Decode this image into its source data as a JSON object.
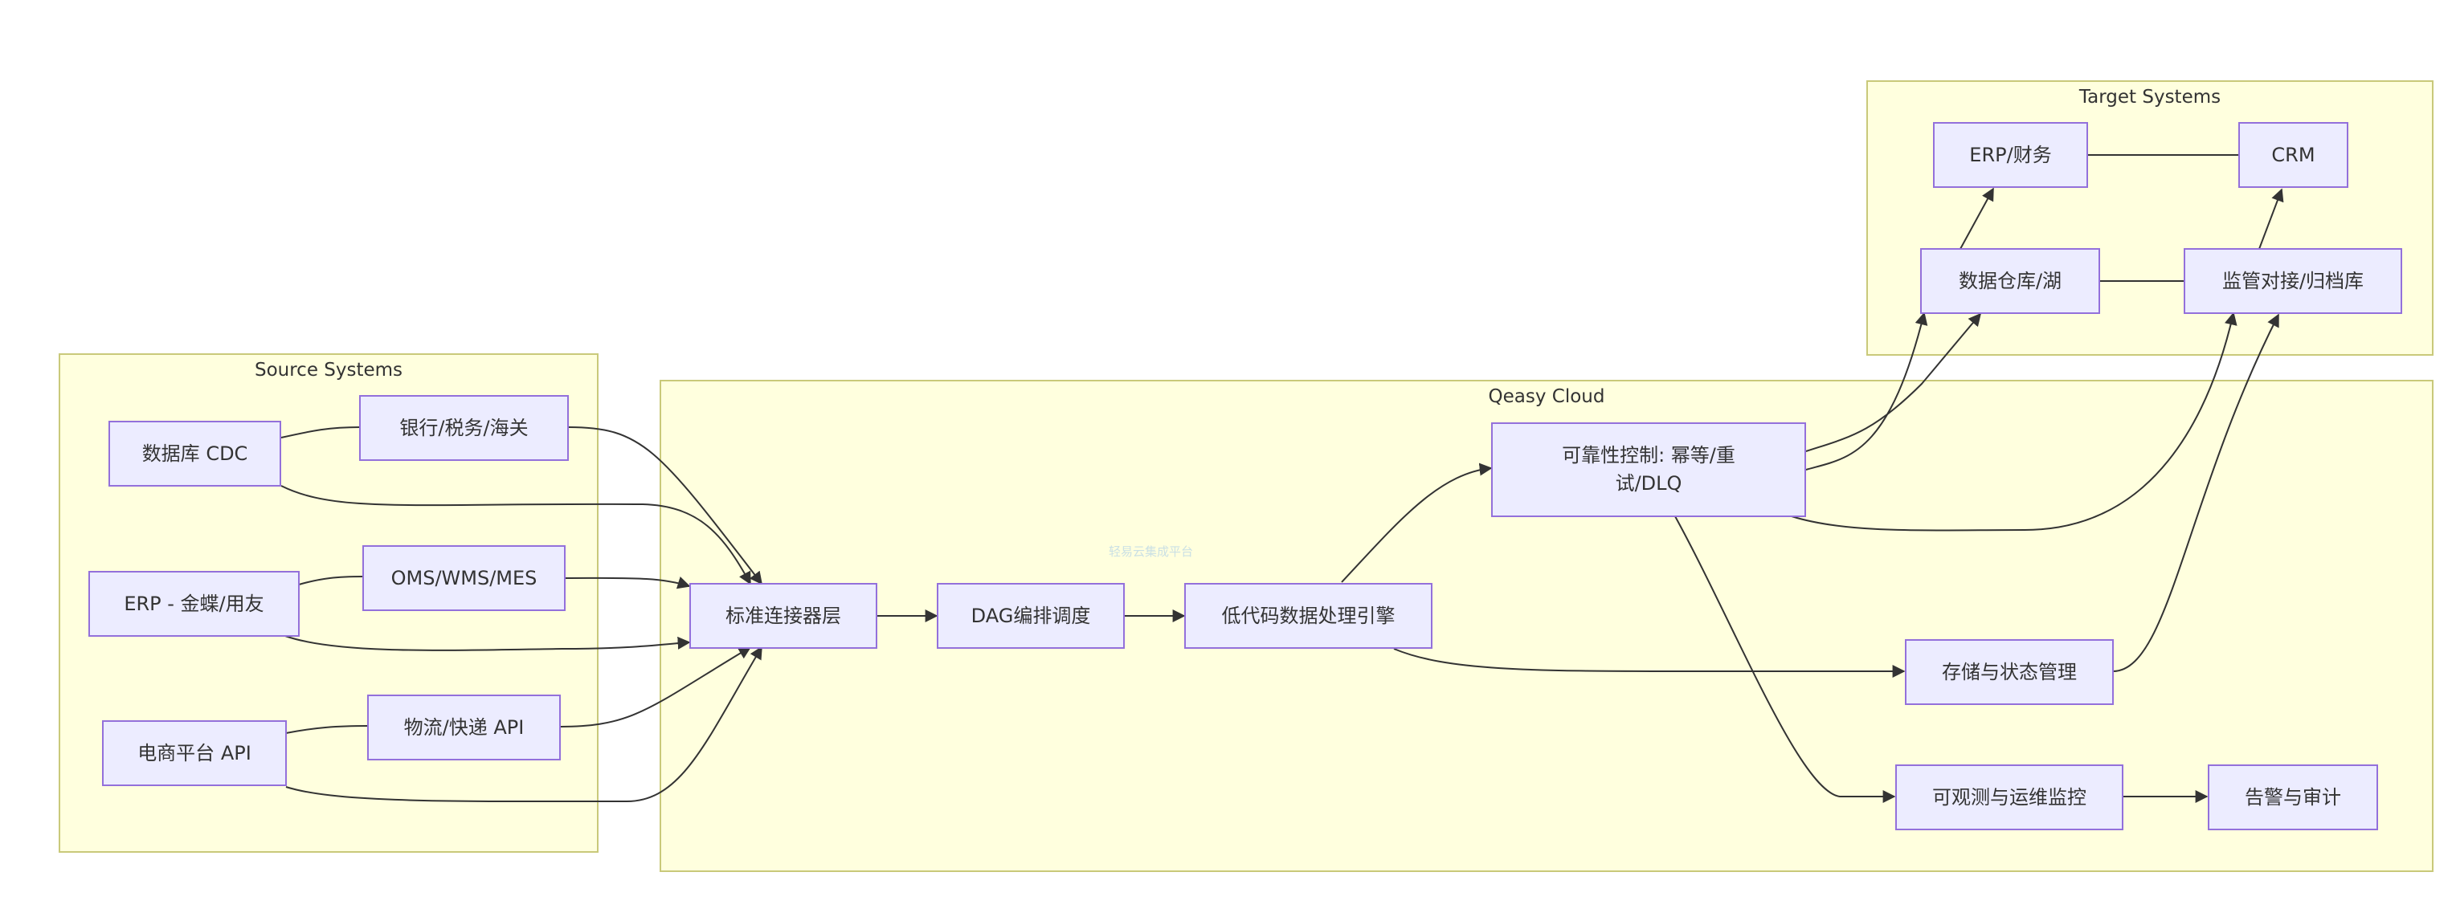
{
  "clusters": {
    "source": "Source Systems",
    "qeasy": "Qeasy Cloud",
    "target": "Target Systems"
  },
  "watermark": "轻易云集成平台",
  "nodes": {
    "db_cdc": "数据库 CDC",
    "bank": "银行/税务/海关",
    "erp_src": "ERP - 金蝶/用友",
    "oms": "OMS/WMS/MES",
    "ecom": "电商平台 API",
    "logistics": "物流/快递 API",
    "connector": "标准连接器层",
    "dag": "DAG编排调度",
    "lowcode": "低代码数据处理引擎",
    "reliability": "可靠性控制: 幂等/重试/DLQ",
    "storage": "存储与状态管理",
    "observe": "可观测与运维监控",
    "alert": "告警与审计",
    "erp_fin": "ERP/财务",
    "crm": "CRM",
    "dw": "数据仓库/湖",
    "archive": "监管对接/归档库"
  },
  "colors": {
    "node_fill": "#ececff",
    "node_border": "#9370db",
    "cluster_fill": "#ffffde",
    "cluster_border": "#c9c97a",
    "edge": "#333333"
  }
}
